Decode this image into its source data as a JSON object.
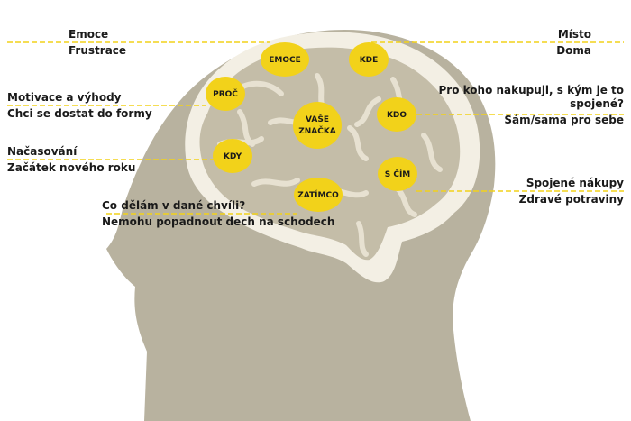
{
  "colors": {
    "accent": "#f2d21a",
    "head": "#b8b29f",
    "brain_outer": "#f3efe4",
    "brain_inner": "#c4bda8",
    "text": "#1a1a1a"
  },
  "brain_nodes": {
    "emoce": "EMOCE",
    "kde": "KDE",
    "proc": "PROČ",
    "kdo": "KDO",
    "center": [
      "VAŠE",
      "ZNAČKA"
    ],
    "kdy": "KDY",
    "s_cim": "S ČÍM",
    "zatimco": "ZATÍMCO"
  },
  "left_labels": [
    {
      "title": "Emoce",
      "detail": "Frustrace"
    },
    {
      "title": "Motivace a výhody",
      "detail": "Chci se dostat do formy"
    },
    {
      "title": "Načasování",
      "detail": "Začátek nového roku"
    },
    {
      "title": "Co dělám v dané chvíli?",
      "detail": "Nemohu popadnout dech na schodech"
    }
  ],
  "right_labels": [
    {
      "title": "Místo",
      "detail": "Doma"
    },
    {
      "title_lines": [
        "Pro koho nakupuji, s kým je to",
        "spojené?"
      ],
      "detail": "Sám/sama pro sebe"
    },
    {
      "title": "Spojené nákupy",
      "detail": "Zdravé potraviny"
    }
  ]
}
